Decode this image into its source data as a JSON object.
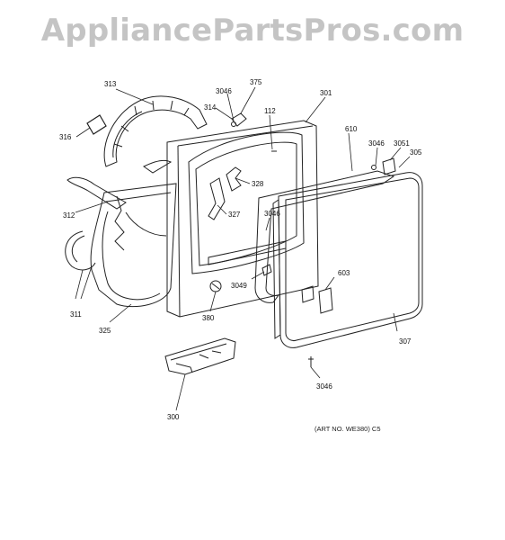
{
  "watermark": "AppliancePartsPros.com",
  "art_note": "(ART NO. WE380) C5",
  "callouts": {
    "c313": "313",
    "c3046a": "3046",
    "c375": "375",
    "c314": "314",
    "c301": "301",
    "c112": "112",
    "c316": "316",
    "c610": "610",
    "c3046b": "3046",
    "c3051": "3051",
    "c305": "305",
    "c328": "328",
    "c312": "312",
    "c327": "327",
    "c3046c": "3046",
    "c603": "603",
    "c3049": "3049",
    "c311": "311",
    "c380": "380",
    "c325": "325",
    "c307": "307",
    "c3046d": "3046",
    "c300": "300"
  },
  "colors": {
    "line": "#222222",
    "watermark": "#c4c4c4"
  }
}
